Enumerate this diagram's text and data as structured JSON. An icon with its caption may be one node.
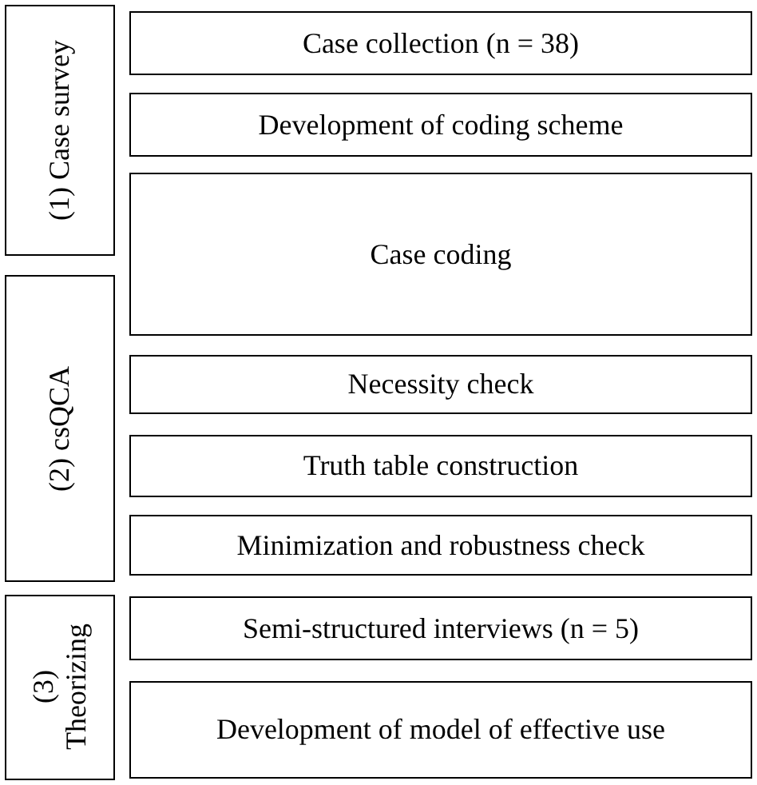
{
  "diagram": {
    "nodes": [
      {
        "text": [
          "(1) Case survey"
        ]
      },
      {
        "text": [
          "Case collection (n = 38)"
        ]
      },
      {
        "text": [
          "Development of coding scheme"
        ]
      },
      {
        "text": [
          "Case coding"
        ]
      },
      {
        "text": [
          "(2) csQCA"
        ]
      },
      {
        "text": [
          "Necessity check"
        ]
      },
      {
        "text": [
          "Truth table construction"
        ]
      },
      {
        "text": [
          "Minimization and robustness check"
        ]
      },
      {
        "text": [
          "(3) Theorizing"
        ]
      },
      {
        "text": [
          "Semi-structured interviews (n = 5)"
        ]
      },
      {
        "text": [
          "Development of model of effective use"
        ]
      }
    ],
    "edges": []
  }
}
